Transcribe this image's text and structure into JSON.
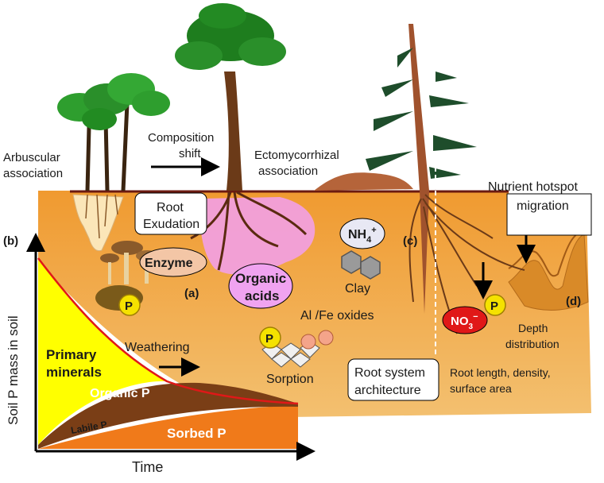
{
  "labels": {
    "arbuscular_1": "Arbuscular",
    "arbuscular_2": "association",
    "composition_1": "Composition",
    "composition_2": "shift",
    "ecto_1": "Ectomycorrhizal",
    "ecto_2": "association",
    "hotspot_1": "Nutrient hotspot",
    "hotspot_2": "migration",
    "root_1": "Root",
    "root_2": "Exudation",
    "enzyme": "Enzyme",
    "panel_a": "(a)",
    "panel_b": "(b)",
    "panel_c": "(c)",
    "panel_d": "(d)",
    "organic_1": "Organic",
    "organic_2": "acids",
    "nh4_base": "NH",
    "nh4_sub": "4",
    "nh4_sup": "+",
    "clay": "Clay",
    "alfe": "Al /Fe oxides",
    "weathering": "Weathering",
    "sorption": "Sorption",
    "rsa_1": "Root system",
    "rsa_2": "architecture",
    "rootlen_1": "Root length, density,",
    "rootlen_2": "surface area",
    "depth_1": "Depth",
    "depth_2": "distribution",
    "no3_base": "NO",
    "no3_sub": "3",
    "no3_sup": "−",
    "p_symbol": "P",
    "primary_1": "Primary",
    "primary_2": "minerals",
    "organic_p": "Organic P",
    "labile_p": "Labile P",
    "sorbed_p": "Sorbed P",
    "yaxis": "Soil P mass in soil",
    "xaxis": "Time"
  },
  "colors": {
    "soil_top": "#f2a43a",
    "soil_bottom": "#f0b95c",
    "ground_line": "#6b1a10",
    "primary_minerals": "#ffff00",
    "organic_p": "#7a3e16",
    "sorbed_p": "#f07a1a",
    "exudation_halo": "#f2a0e6",
    "organic_acids": "#f0a3f0",
    "enzyme": "#f3c6a6",
    "no3": "#e01818",
    "p_circle": "#f5e200"
  }
}
